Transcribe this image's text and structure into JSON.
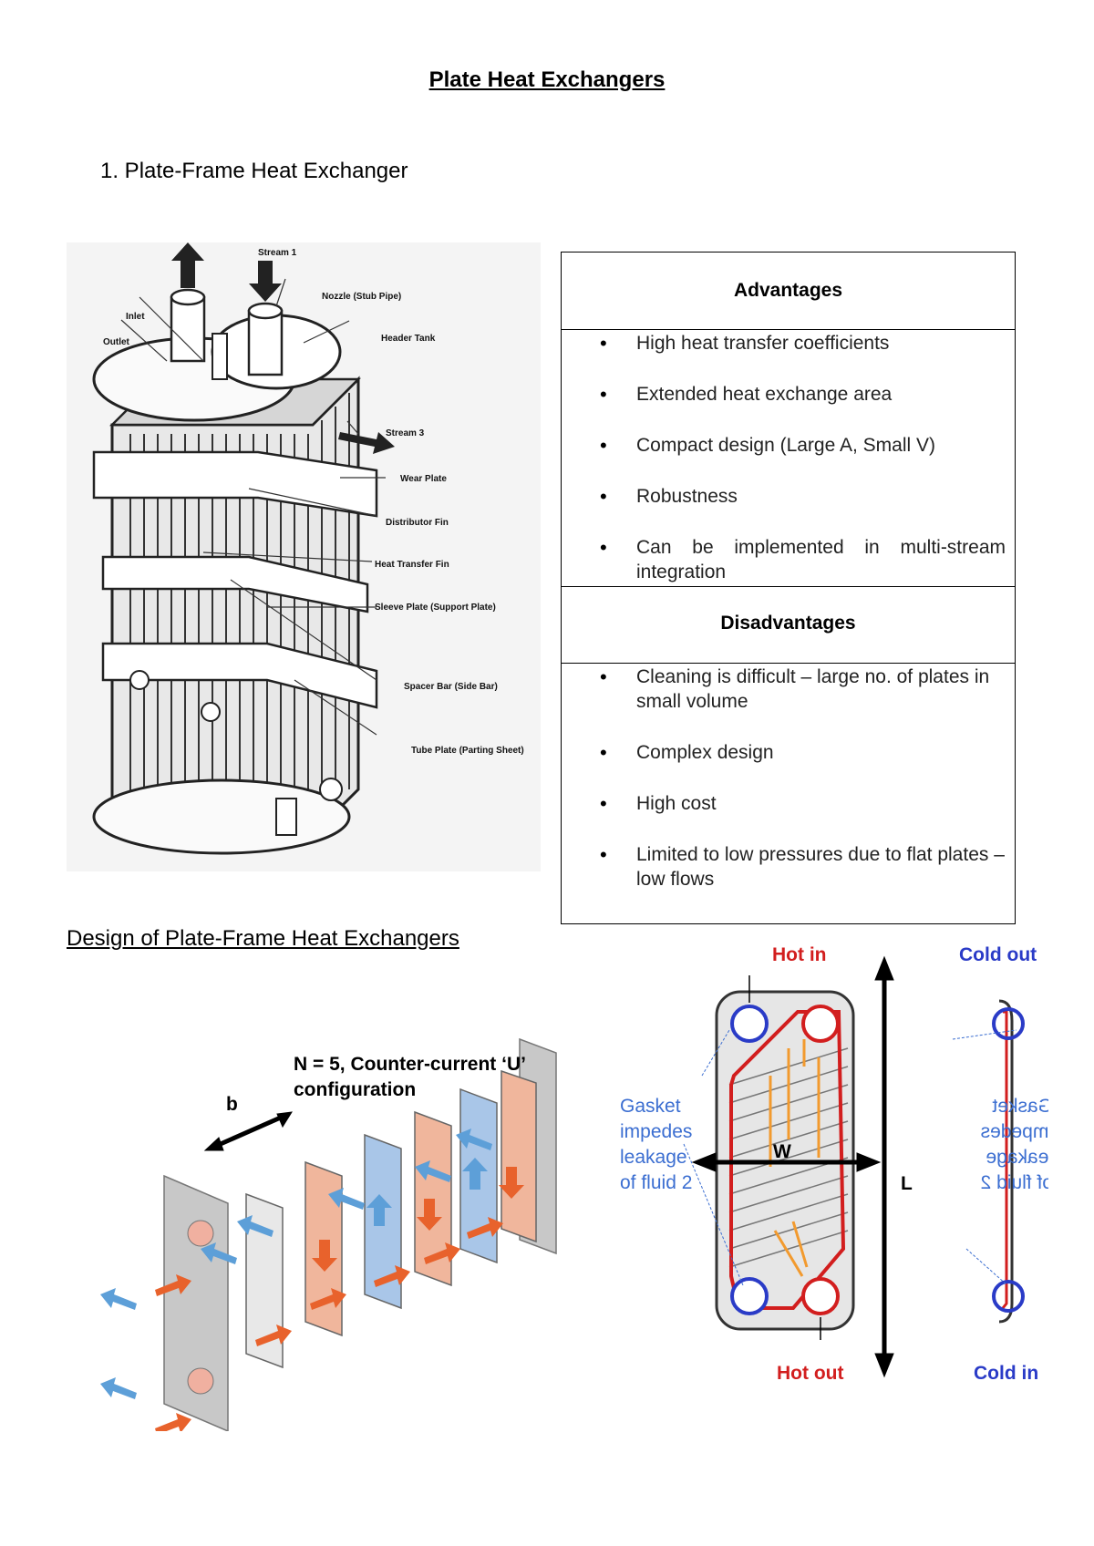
{
  "title": "Plate Heat Exchangers",
  "section": "1.  Plate-Frame Heat Exchanger",
  "design_heading": "Design of Plate-Frame Heat Exchangers",
  "table": {
    "advantages_header": "Advantages",
    "advantages": [
      "High heat transfer coefficients",
      "Extended heat exchange area",
      "Compact design (Large A, Small V)",
      "Robustness",
      "Can be implemented in multi-stream integration"
    ],
    "disadvantages_header": "Disadvantages",
    "disadvantages": [
      "Cleaning is difficult – large no. of plates in small volume",
      "Complex design",
      "High cost",
      "Limited to low pressures due to flat plates – low flows"
    ]
  },
  "exchanger_labels": {
    "stream1": "Stream 1",
    "nozzle": "Nozzle (Stub Pipe)",
    "inlet": "Inlet",
    "outlet": "Outlet",
    "header_tank": "Header Tank",
    "stream3": "Stream 3",
    "wear_plate": "Wear Plate",
    "distributor_fin": "Distributor Fin",
    "heat_transfer_fin": "Heat Transfer Fin",
    "sleeve_plate": "Sleeve Plate (Support Plate)",
    "spacer_bar": "Spacer Bar (Side Bar)",
    "tube_plate": "Tube Plate (Parting Sheet)"
  },
  "plate_pack": {
    "config_line1": "N = 5, Counter-current ‘U’",
    "config_line2": "configuration",
    "b_label": "b"
  },
  "single_plate": {
    "hot_in": "Hot in",
    "cold_out": "Cold out",
    "hot_out": "Hot out",
    "cold_in": "Cold in",
    "gasket_lines": [
      "Gasket",
      "impedes",
      "leakage",
      "of fluid 2"
    ],
    "w_label": "W",
    "l_label": "L"
  },
  "colors": {
    "hot": "#d21e1e",
    "cold": "#2a3bc7",
    "gasket_text": "#3b6ed1",
    "hot_arrow": "#e8622c",
    "cold_arrow": "#5d9fd8",
    "plate_fill": "#c8c8c8"
  }
}
